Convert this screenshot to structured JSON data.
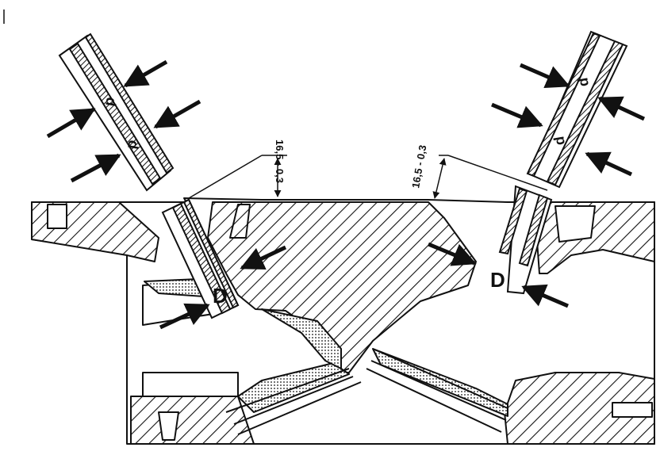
{
  "labels": {
    "left_guide_upper": "d",
    "left_guide_lower": "d",
    "right_guide_upper": "d",
    "right_guide_lower": "d",
    "left_head": "D",
    "right_head": "D",
    "left_dimension": "16,5 - 0,3",
    "right_dimension": "16,5 - 0,3"
  },
  "colors": {
    "ink": "#111111",
    "paper": "#ffffff"
  }
}
